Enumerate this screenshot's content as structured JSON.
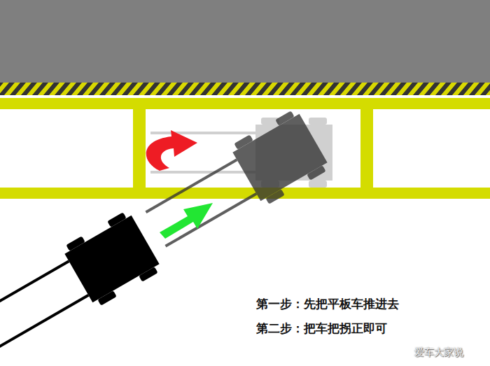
{
  "diagram": {
    "labels": [
      "第一步：先把平板车推进去",
      "第二步：把车把拐正即可",
      "爱车大家说"
    ]
  }
}
